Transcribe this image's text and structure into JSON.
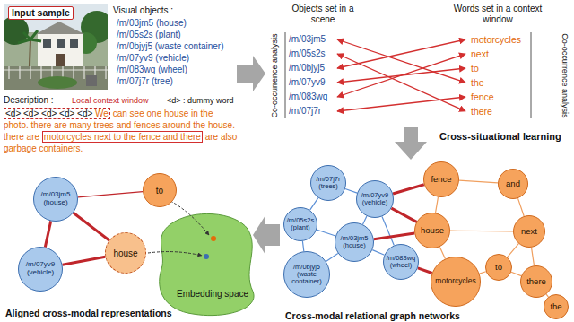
{
  "diagram": {
    "nodes": [
      {
        "text": [
          "/m/03jm5 (house)"
        ]
      },
      {
        "text": [
          "to"
        ]
      },
      {
        "text": [
          "/m/07yv9 (vehicle)"
        ]
      },
      {
        "text": [
          "house"
        ]
      },
      {
        "text": [
          "/m/07j7r (trees)"
        ]
      },
      {
        "text": [
          "/m/07yv9 (vehicle)"
        ]
      },
      {
        "text": [
          "/m/05s2s (plant)"
        ]
      },
      {
        "text": [
          "/m/03jm5 (house)"
        ]
      },
      {
        "text": [
          "/m/0bjyj5 (waste container)"
        ]
      },
      {
        "text": [
          "/m/083wq (wheel)"
        ]
      },
      {
        "text": [
          "fence"
        ]
      },
      {
        "text": [
          "and"
        ]
      },
      {
        "text": [
          "house"
        ]
      },
      {
        "text": [
          "next"
        ]
      },
      {
        "text": [
          "to"
        ]
      },
      {
        "text": [
          "motorcycles"
        ]
      },
      {
        "text": [
          "there"
        ]
      },
      {
        "text": [
          "the"
        ]
      }
    ],
    "edges": [
      {
        "from": 0,
        "to": 1,
        "arrow": "none"
      },
      {
        "from": 0,
        "to": 2,
        "arrow": "none"
      },
      {
        "from": 0,
        "to": 3,
        "arrow": "none"
      },
      {
        "from": 2,
        "to": 3,
        "arrow": "none"
      },
      {
        "from": 4,
        "to": 5,
        "arrow": "none"
      },
      {
        "from": 4,
        "to": 6,
        "arrow": "none"
      },
      {
        "from": 6,
        "to": 7,
        "arrow": "none"
      },
      {
        "from": 7,
        "to": 5,
        "arrow": "none"
      },
      {
        "from": 7,
        "to": 8,
        "arrow": "none"
      },
      {
        "from": 7,
        "to": 9,
        "arrow": "none"
      },
      {
        "from": 5,
        "to": 9,
        "arrow": "none"
      },
      {
        "from": 6,
        "to": 8,
        "arrow": "none"
      },
      {
        "from": 7,
        "to": 12,
        "arrow": "none"
      },
      {
        "from": 5,
        "to": 10,
        "arrow": "none"
      },
      {
        "from": 5,
        "to": 12,
        "arrow": "none"
      },
      {
        "from": 9,
        "to": 15,
        "arrow": "none"
      },
      {
        "from": 10,
        "to": 11,
        "arrow": "none"
      },
      {
        "from": 10,
        "to": 12,
        "arrow": "none"
      },
      {
        "from": 11,
        "to": 13,
        "arrow": "none"
      },
      {
        "from": 12,
        "to": 13,
        "arrow": "none"
      },
      {
        "from": 13,
        "to": 14,
        "arrow": "none"
      },
      {
        "from": 14,
        "to": 15,
        "arrow": "none"
      },
      {
        "from": 14,
        "to": 16,
        "arrow": "none"
      },
      {
        "from": 16,
        "to": 17,
        "arrow": "none"
      },
      {
        "from": 12,
        "to": 15,
        "arrow": "none"
      },
      {
        "from": 13,
        "to": 16,
        "arrow": "none"
      }
    ],
    "labels": [
      "Input sample",
      "Visual objects :",
      "/m/03jm5 (house)",
      "/m/05s2s (plant)",
      "/m/0bjyj5 (waste container)",
      "/m/07yv9 (vehicle)",
      "/m/083wq (wheel)",
      "/m/07j7r (tree)",
      "Description :",
      "Local context window",
      "<d> <d> <d> <d> <d>",
      "We",
      "can see one house in the photo. there are many trees and fences around the house. there are",
      "motorcycles next to the fence and there",
      "are also garbage containers.",
      "<d> : dummy word",
      "Objects set in a scene",
      "Words set in a context window",
      "Co-occurrence analysis",
      "Co-occurrence analysis",
      "/m/03jm5",
      "/m/05s2s",
      "/m/0bjyj5",
      "/m/07yv9",
      "/m/083wq",
      "/m/07j7r",
      "motorcycles",
      "next",
      "to",
      "the",
      "fence",
      "there",
      "Cross-situational learning",
      "Embedding space",
      "Aligned cross-modal representations",
      "Cross-modal relational graph networks"
    ]
  }
}
